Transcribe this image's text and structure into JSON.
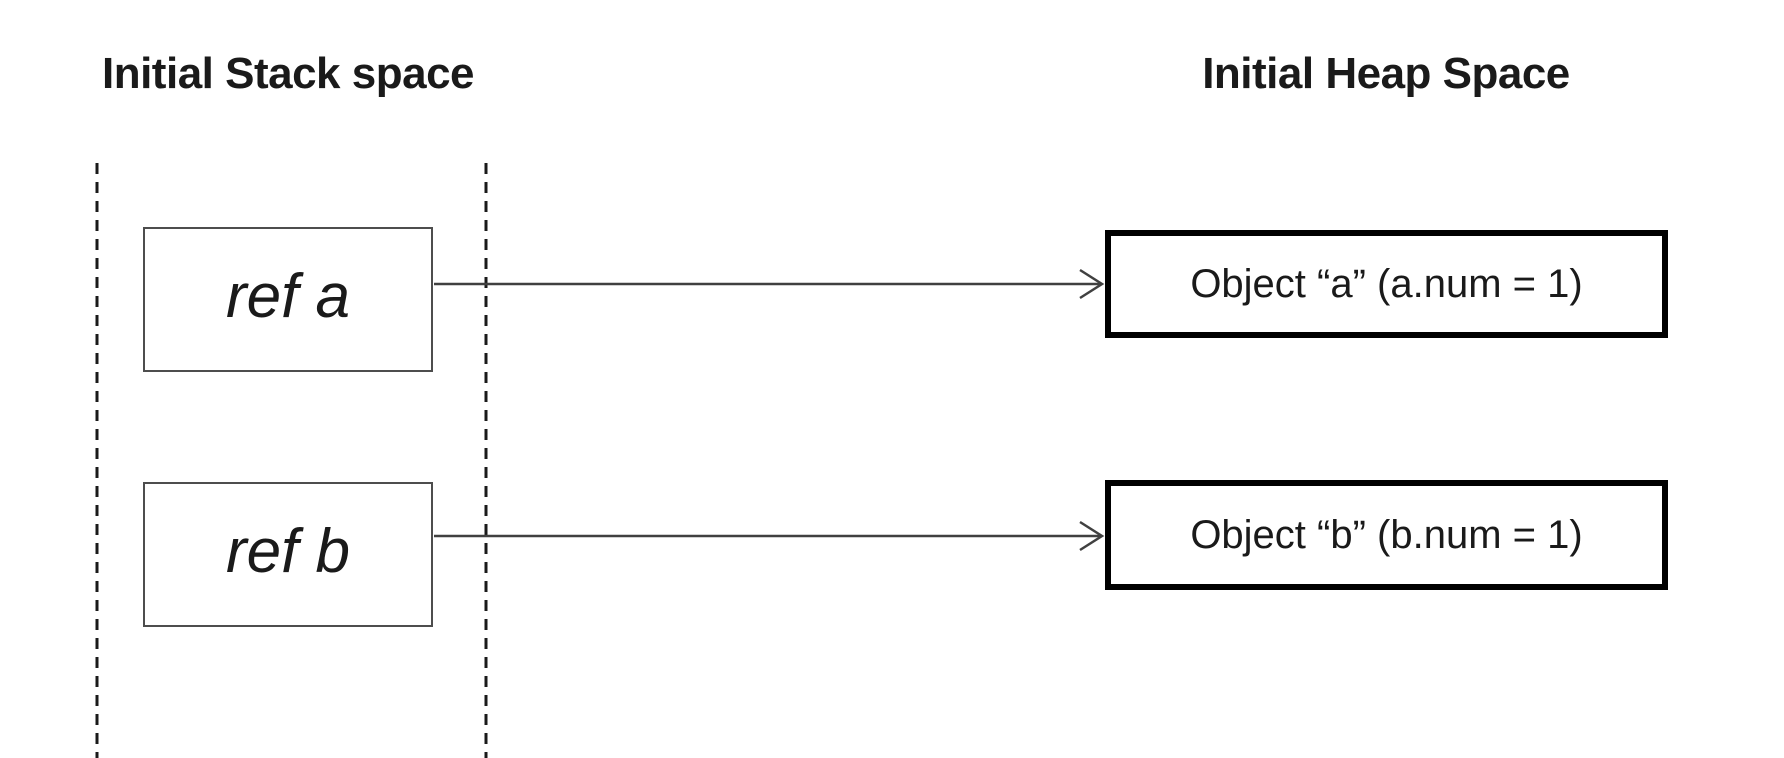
{
  "diagram": {
    "background": "#ffffff",
    "stack": {
      "title": "Initial Stack space",
      "refs": [
        {
          "label": "ref a"
        },
        {
          "label": "ref b"
        }
      ]
    },
    "heap": {
      "title": "Initial Heap Space",
      "objects": [
        {
          "label": "Object “a” (a.num = 1)"
        },
        {
          "label": "Object “b” (b.num = 1)"
        }
      ]
    },
    "arrows": [
      {
        "from": "ref a",
        "to": "Object “a” (a.num = 1)"
      },
      {
        "from": "ref b",
        "to": "Object “b” (b.num = 1)"
      }
    ],
    "colors": {
      "text": "#1a1a1a",
      "ref_box_border": "#4d4d4d",
      "heap_box_border": "#000000",
      "arrow": "#404040",
      "dashed_line": "#1a1a1a"
    }
  }
}
